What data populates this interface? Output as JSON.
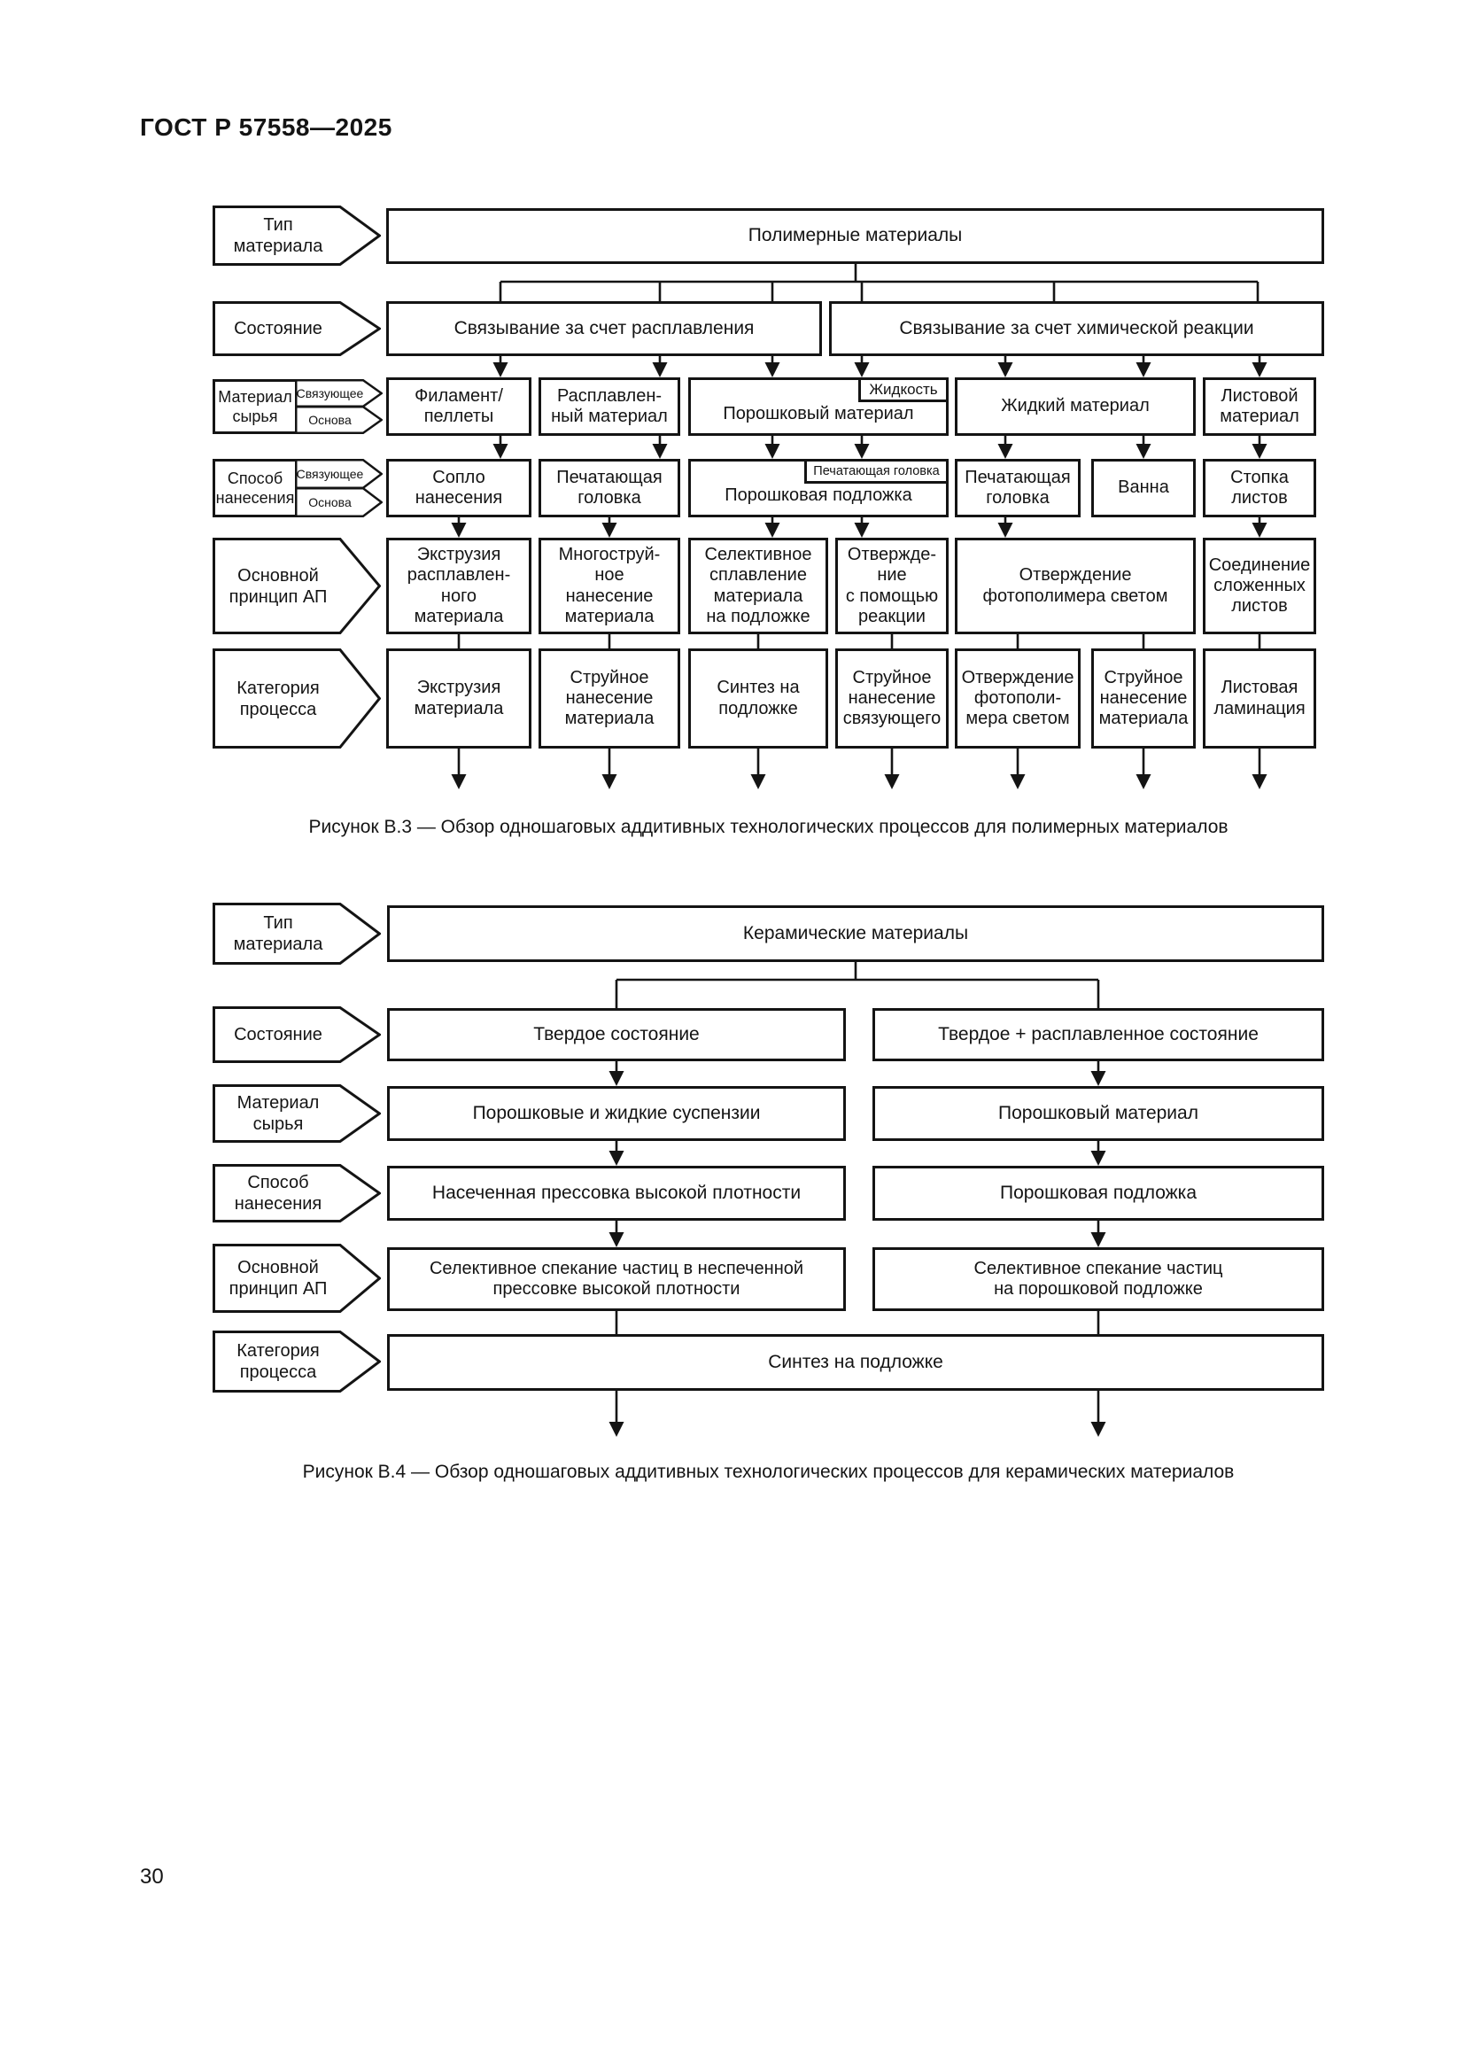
{
  "page": {
    "header": "ГОСТ Р 57558—2025",
    "page_number": "30"
  },
  "b3": {
    "caption": "Рисунок В.3 — Обзор одношаговых аддитивных технологических процессов для полимерных материалов",
    "labels": {
      "type": "Тип\nматериала",
      "state": "Состояние",
      "feedstock": "Материал\nсырья",
      "application": "Способ\nнанесения",
      "principle": "Основной\nпринцип АП",
      "category": "Категория\nпроцесса",
      "binder": "Связующее",
      "base": "Основа"
    },
    "type_box": "Полимерные материалы",
    "state_boxes": [
      "Связывание за счет расплавления",
      "Связывание за счет химической реакции"
    ],
    "feedstock_boxes": [
      "Филамент/\nпеллеты",
      "Расплавлен-\nный материал",
      "Порошковый материал",
      "Жидкий материал",
      "Листовой\nматериал"
    ],
    "liquid_tag": "Жидкость",
    "application_boxes": [
      "Сопло\nнанесения",
      "Печатающая\nголовка",
      "Порошковая подложка",
      "Печатающая\nголовка",
      "Ванна",
      "Стопка\nлистов"
    ],
    "printhead_tag": "Печатающая головка",
    "principle_boxes": [
      "Экструзия\nрасплавлен-\nного\nматериала",
      "Многоструй-\nное\nнанесение\nматериала",
      "Селективное\nсплавление\nматериала\nна подложке",
      "Отвержде-\nние\nс помощью\nреакции",
      "Отверждение\nфотополимера светом",
      "Соединение\nсложенных\nлистов"
    ],
    "category_boxes": [
      "Экструзия\nматериала",
      "Струйное\nнанесение\nматериала",
      "Синтез на\nподложке",
      "Струйное\nнанесение\nсвязующего",
      "Отверждение\nфотополи-\nмера светом",
      "Струйное\nнанесение\nматериала",
      "Листовая\nламинация"
    ]
  },
  "b4": {
    "caption": "Рисунок В.4 — Обзор одношаговых аддитивных технологических процессов для керамических материалов",
    "labels": {
      "type": "Тип\nматериала",
      "state": "Состояние",
      "feedstock": "Материал\nсырья",
      "application": "Способ\nнанесения",
      "principle": "Основной\nпринцип АП",
      "category": "Категория\nпроцесса"
    },
    "type_box": "Керамические материалы",
    "state_boxes": [
      "Твердое состояние",
      "Твердое + расплавленное состояние"
    ],
    "feedstock_boxes": [
      "Порошковые и жидкие суспензии",
      "Порошковый материал"
    ],
    "application_boxes": [
      "Насеченная прессовка высокой плотности",
      "Порошковая подложка"
    ],
    "principle_boxes": [
      "Селективное спекание частиц в неспеченной\nпрессовке высокой плотности",
      "Селективное спекание частиц\nна порошковой подложке"
    ],
    "category_box": "Синтез на подложке"
  }
}
